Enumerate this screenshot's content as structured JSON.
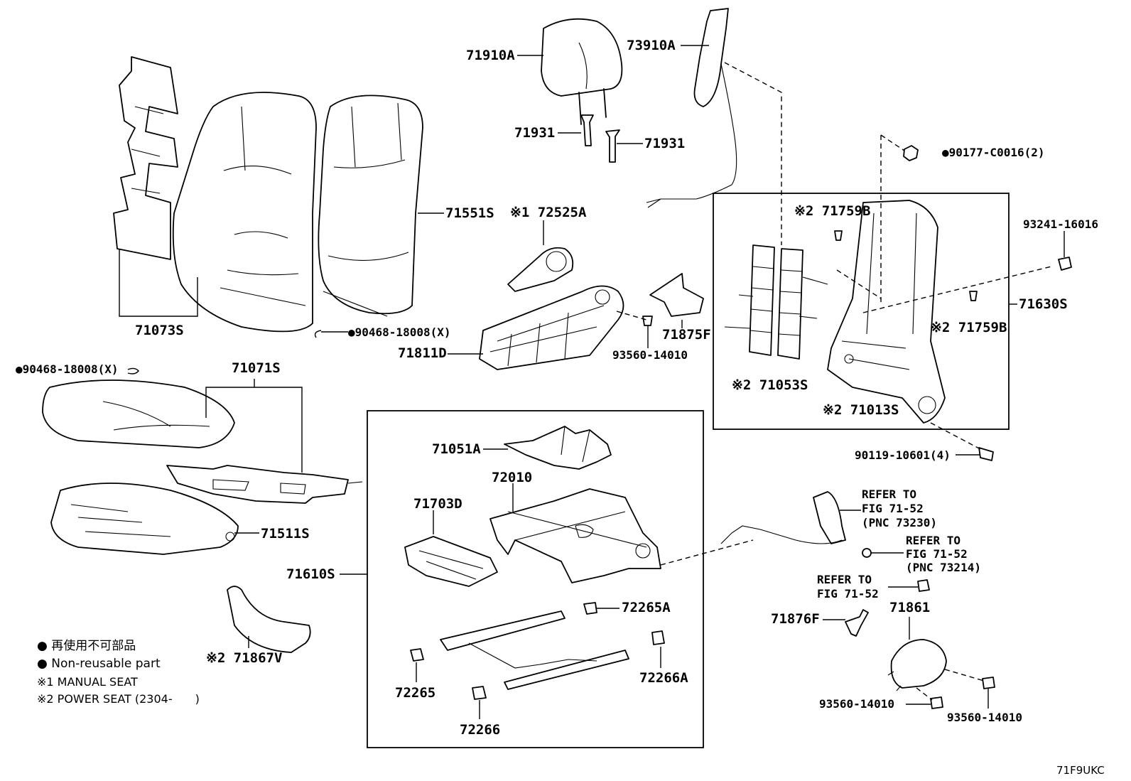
{
  "labels": {
    "p71073S": "71073S",
    "p71551S": "71551S",
    "p71910A": "71910A",
    "p71931a": "71931",
    "p71931b": "71931",
    "p73910A": "73910A",
    "p90177": "●90177-C0016(2)",
    "p72525A": "※1 72525A",
    "p71759Ba": "※2 71759B",
    "p93241": "93241-16016",
    "p71630S": "71630S",
    "p71759Bb": "※2 71759B",
    "p90468a": "●90468-18008(X)",
    "p71875F": "71875F",
    "p93560a": "93560-14010",
    "p71811D": "71811D",
    "p90468b": "●90468-18008(X)",
    "p71071S": "71071S",
    "p71053S": "※2 71053S",
    "p71013S": "※2 71013S",
    "p90119": "90119-10601(4)",
    "p71051A": "71051A",
    "p72010": "72010",
    "p71703D": "71703D",
    "p71511S": "71511S",
    "p71610S": "71610S",
    "ref1a": "REFER TO",
    "ref1b": "FIG 71-52",
    "ref1c": "(PNC 73230)",
    "ref2a": "REFER TO",
    "ref2b": "FIG 71-52",
    "ref2c": "(PNC 73214)",
    "ref3a": "REFER TO",
    "ref3b": "FIG 71-52",
    "p72265A": "72265A",
    "p71876F": "71876F",
    "p71861": "71861",
    "p71867V": "※2 71867V",
    "p72266A": "72266A",
    "p72265": "72265",
    "p72266": "72266",
    "p93560b": "93560-14010",
    "p93560c": "93560-14010"
  },
  "legend": {
    "jp": "● 再使用不可部品",
    "en": "● Non-reusable part",
    "note1": "※1 MANUAL SEAT",
    "note2": "※2 POWER SEAT (2304-　　)"
  },
  "diagram_code": "71F9UKC"
}
